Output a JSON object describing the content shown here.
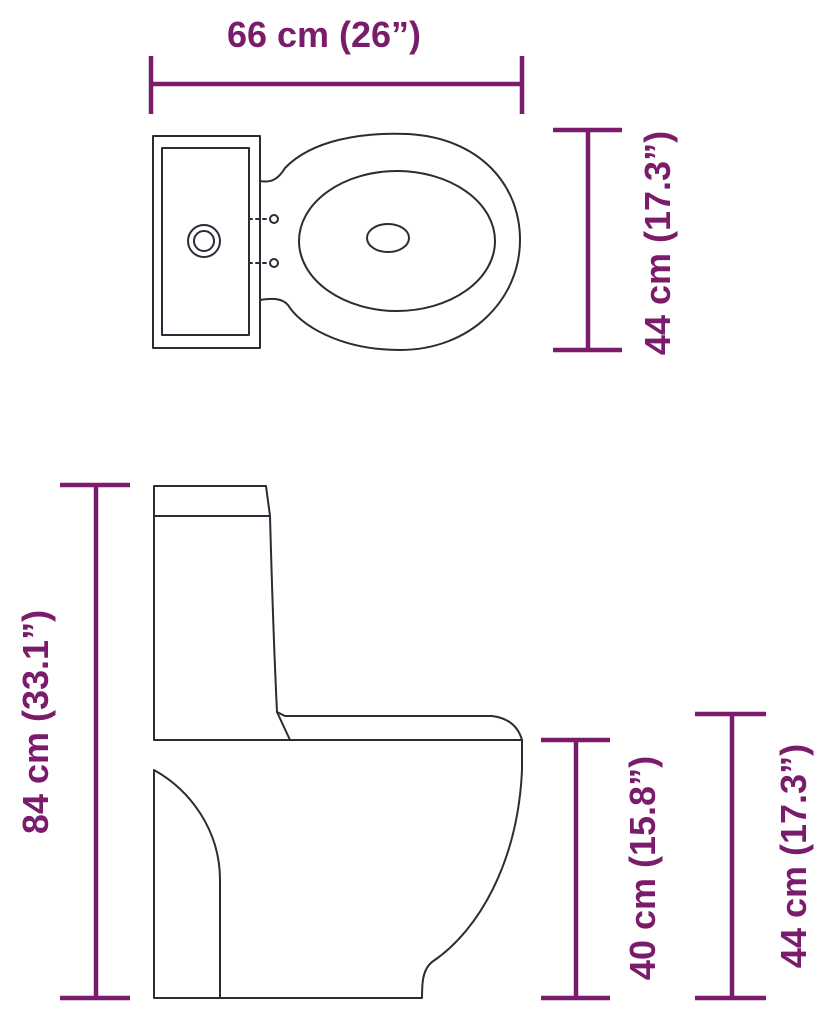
{
  "colors": {
    "dimension": "#7a1c6b",
    "outline": "#2e2a36",
    "background": "#ffffff"
  },
  "dimensions": {
    "width_top": "66 cm (26”)",
    "depth_top": "44 cm (17.3”)",
    "height_total": "84 cm (33.1”)",
    "seat_height": "40 cm (15.8”)",
    "side_depth": "44 cm (17.3”)"
  }
}
